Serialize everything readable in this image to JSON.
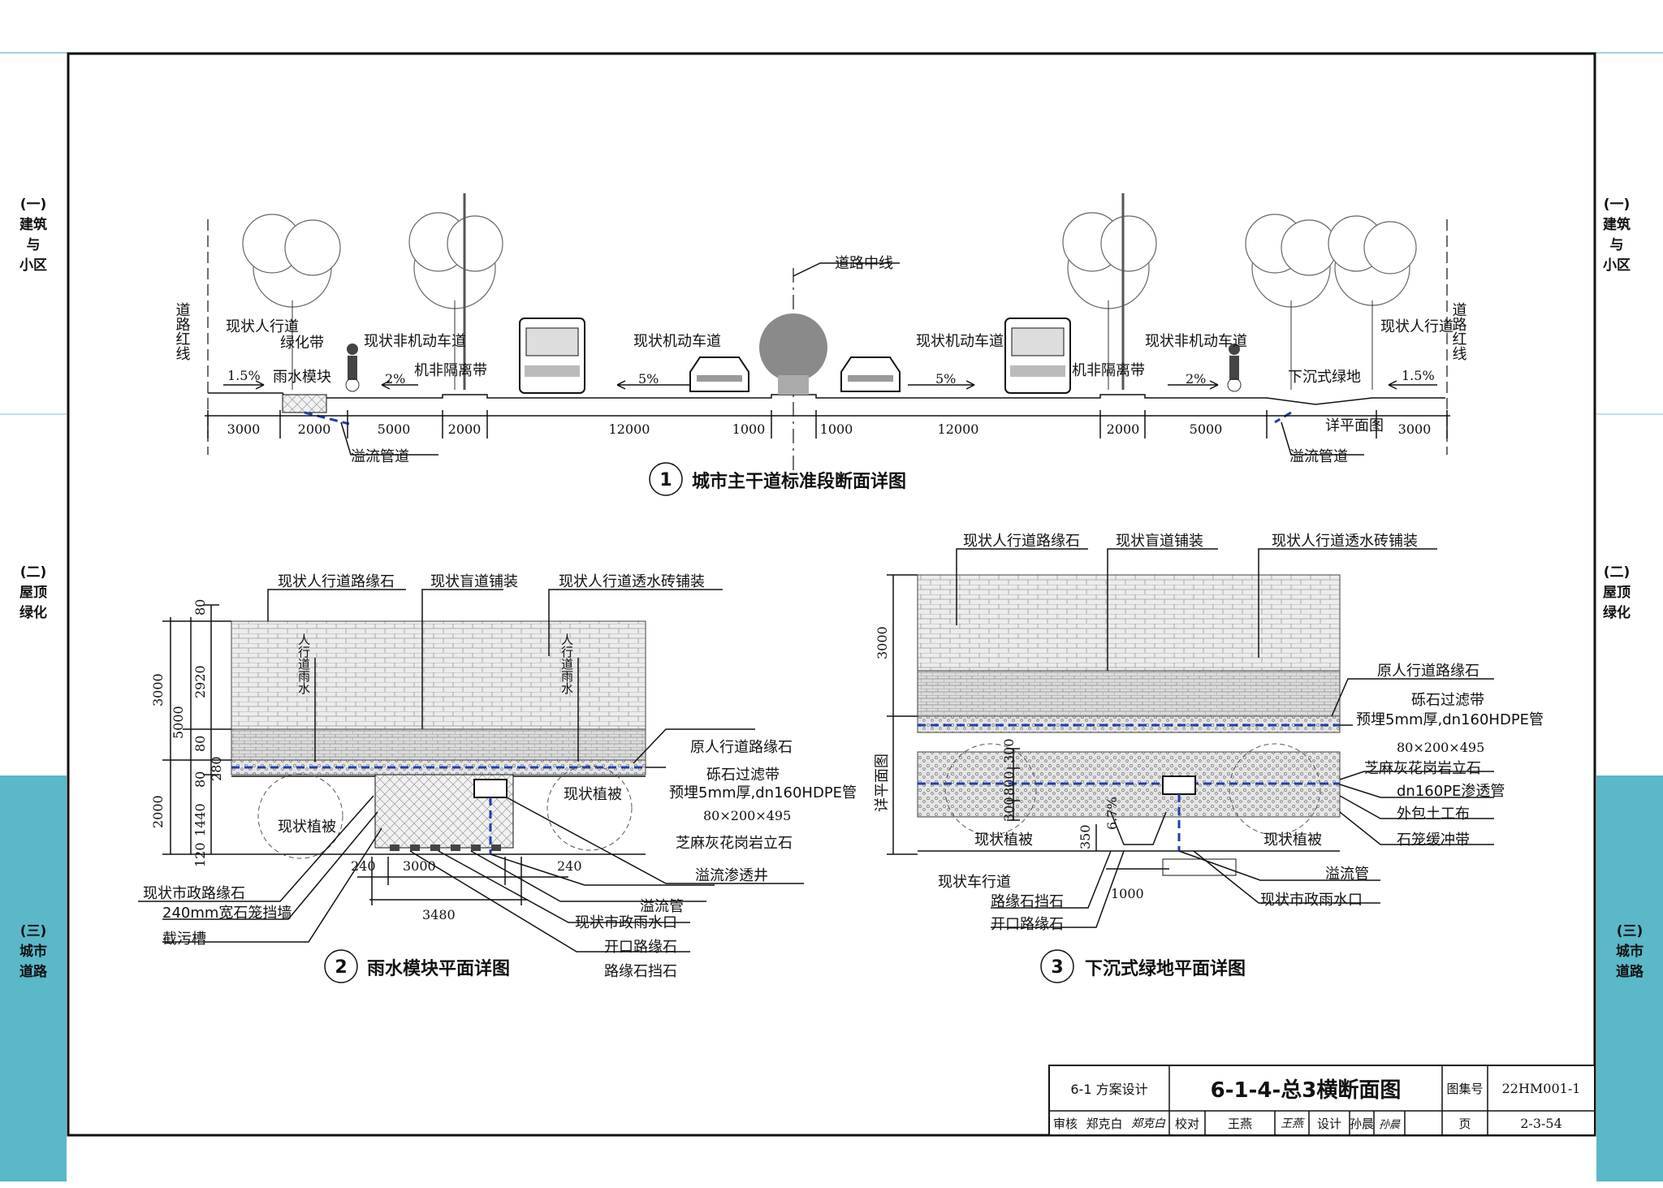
{
  "side_tabs": {
    "left": [
      "(一)",
      "建筑",
      "与",
      "小区",
      "(二)",
      "屋顶",
      "绿化",
      "(三)",
      "城市",
      "道路"
    ],
    "right": [
      "(一)",
      "建筑",
      "与",
      "小区",
      "(二)",
      "屋顶",
      "绿化",
      "(三)",
      "城市",
      "道路"
    ]
  },
  "section1": {
    "number": "1",
    "title": "城市主干道标准段断面详图",
    "centerline": "道路中线",
    "labels": {
      "road_red_line": "道路红线",
      "sidewalk": "现状人行道",
      "green_belt": "绿化带",
      "rain_module": "雨水模块",
      "nonmotor": "现状非机动车道",
      "nonmotor_sep": "机非隔离带",
      "motor": "现状机动车道",
      "sunken_green": "下沉式绿地",
      "overflow_pipe": "溢流管道",
      "detail_plan": "详平面图"
    },
    "slopes": [
      "1.5%",
      "2%",
      "5%",
      "5%",
      "2%",
      "1.5%"
    ],
    "dims_left": [
      "3000",
      "2000",
      "5000",
      "2000",
      "12000",
      "1000"
    ],
    "dims_right": [
      "1000",
      "12000",
      "2000",
      "5000",
      "3000"
    ]
  },
  "section2": {
    "number": "2",
    "title": "雨水模块平面详图",
    "labels": {
      "curb": "现状人行道路缘石",
      "blind_path": "现状盲道铺装",
      "permeable": "现状人行道透水砖铺装",
      "orig_curb": "原人行道路缘石",
      "gravel": "砾石过滤带",
      "pipe": "预埋5mm厚,dn160HDPE管",
      "size": "80×200×495",
      "granite": "芝麻灰花岗岩立石",
      "well": "溢流渗透井",
      "overflow": "溢流管",
      "inlet": "现状市政雨水口",
      "open_curb": "开口路缘石",
      "curb_stop": "路缘石挡石",
      "muni_curb": "现状市政路缘石",
      "gabion": "240mm宽石笼挡墙",
      "trap": "截污槽",
      "veg1": "现状植被",
      "veg2": "现状植被",
      "sidewalk_rain_1": "人行道雨水",
      "sidewalk_rain_2": "人行道雨水"
    },
    "dims_vertical": [
      "80",
      "2920",
      "3000",
      "5000",
      "80",
      "80",
      "280",
      "2000",
      "1440",
      "120"
    ],
    "dims_bottom": [
      "240",
      "3000",
      "240",
      "3480"
    ]
  },
  "section3": {
    "number": "3",
    "title": "下沉式绿地平面详图",
    "labels": {
      "curb": "现状人行道路缘石",
      "blind_path": "现状盲道铺装",
      "permeable": "现状人行道透水砖铺装",
      "orig_curb": "原人行道路缘石",
      "gravel": "砾石过滤带",
      "pipe": "预埋5mm厚,dn160HDPE管",
      "size": "80×200×495",
      "granite": "芝麻灰花岗岩立石",
      "pe_pipe": "dn160PE渗透管",
      "geotextile": "外包土工布",
      "gabion": "石笼缓冲带",
      "veg1": "现状植被",
      "veg2": "现状植被",
      "carriageway": "现状车行道",
      "curb_stop": "路缘石挡石",
      "open_curb": "开口路缘石",
      "overflow": "溢流管",
      "inlet": "现状市政雨水口",
      "detail_plan": "详平面图",
      "slope": "6.7%"
    },
    "dims": [
      "3000",
      "300",
      "800",
      "300",
      "350",
      "1000"
    ]
  },
  "title_block": {
    "section": "6-1 方案设计",
    "drawing_title": "6-1-4-总3横断面图",
    "atlas_label": "图集号",
    "atlas_no": "22HM001-1",
    "page_label": "页",
    "page_no": "2-3-54",
    "review_label": "审核",
    "reviewer": "郑克白",
    "check_label": "校对",
    "checker": "王燕",
    "design_label": "设计",
    "designer": "孙晨",
    "sig1": "郑克白",
    "sig2": "王燕",
    "sig3": "孙晨"
  },
  "colors": {
    "tab_blue": "#5ab8c9",
    "pipe_blue": "#1f3fae"
  }
}
